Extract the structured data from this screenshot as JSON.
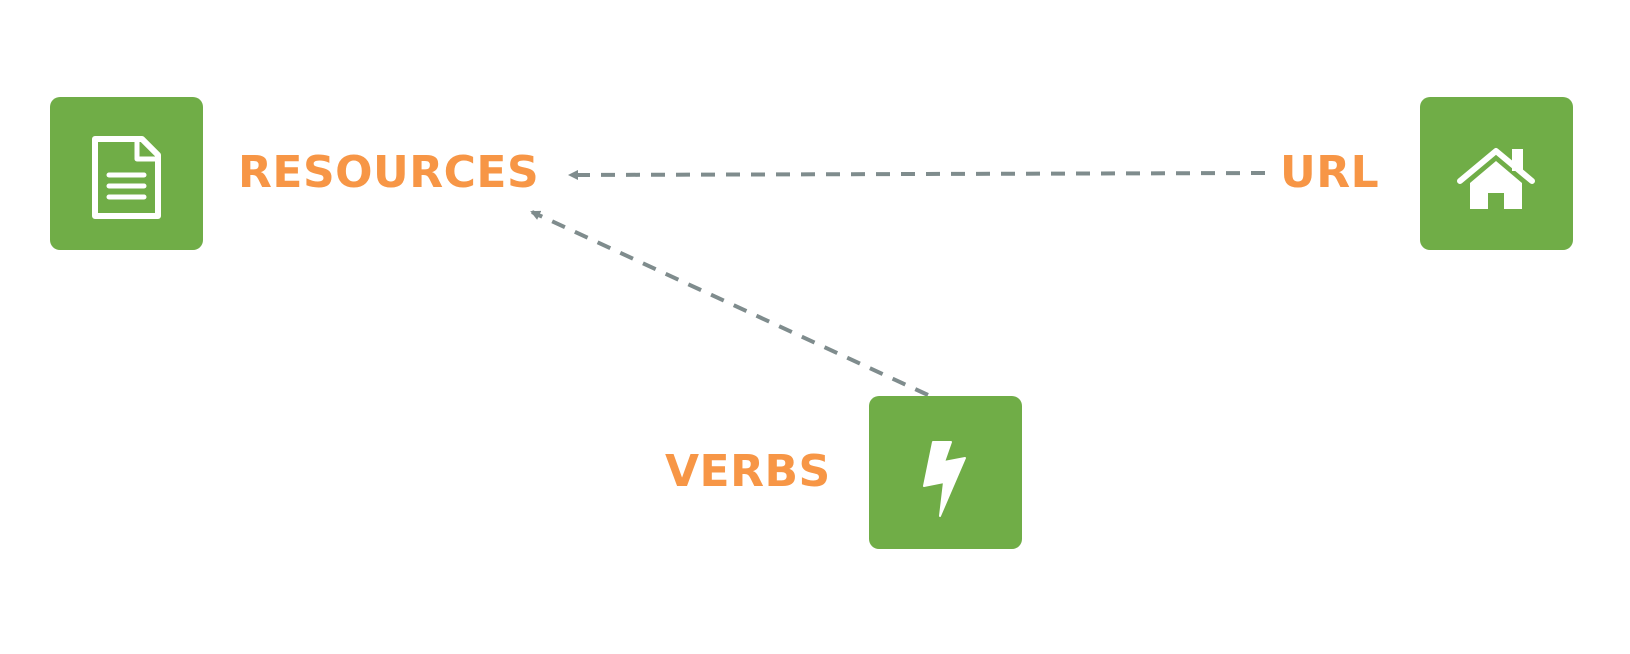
{
  "diagram": {
    "nodes": [
      {
        "id": "resources",
        "label": "RESOURCES",
        "icon": "document-icon"
      },
      {
        "id": "url",
        "label": "URL",
        "icon": "house-icon"
      },
      {
        "id": "verbs",
        "label": "VERBS",
        "icon": "lightning-icon"
      }
    ],
    "edges": [
      {
        "from": "url",
        "to": "resources",
        "style": "dashed-arrow"
      },
      {
        "from": "verbs",
        "to": "resources",
        "style": "dashed-arrow"
      }
    ]
  },
  "colors": {
    "tile": "#70ad47",
    "label": "#f79646",
    "arrow": "#7f8c8d",
    "icon": "#ffffff"
  }
}
